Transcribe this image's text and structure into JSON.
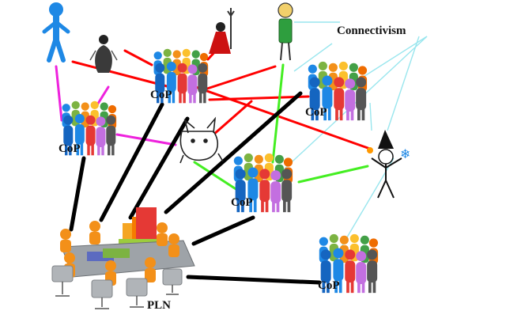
{
  "title": "Connectivism",
  "cop_label": "CoP",
  "pln_label": "PLN",
  "colors": {
    "red_link": "#ff0000",
    "black_link": "#000000",
    "magenta_link": "#ee22dd",
    "green_link": "#44ee22",
    "cyan_link": "#99e6ee",
    "stick_blue": "#1e88e5",
    "stick_green": "#2e9e3e",
    "devil_red": "#cc1111",
    "person_orange": "#f39019",
    "table_gray": "#9ea3a8"
  },
  "icons": [
    "stick-figure-icon",
    "ghost-figure-icon",
    "devil-figure-icon",
    "green-figure-icon",
    "cat-doodle-icon",
    "wizard-stick-figure-icon",
    "meeting-table-icon",
    "bar-chart-icon"
  ]
}
